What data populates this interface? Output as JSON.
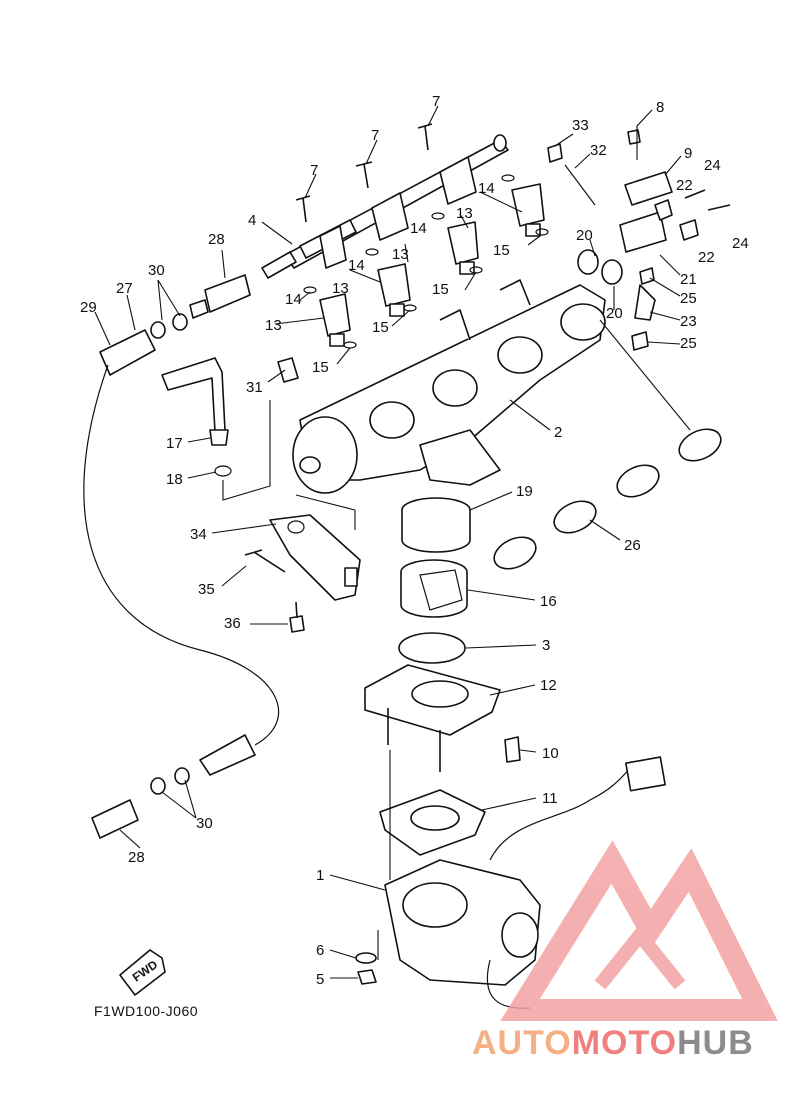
{
  "diagram": {
    "callouts": [
      {
        "label": "7"
      },
      {
        "label": "7"
      },
      {
        "label": "7"
      },
      {
        "label": "8"
      },
      {
        "label": "9"
      },
      {
        "label": "33"
      },
      {
        "label": "32"
      },
      {
        "label": "24"
      },
      {
        "label": "22"
      },
      {
        "label": "24"
      },
      {
        "label": "22"
      },
      {
        "label": "4"
      },
      {
        "label": "14"
      },
      {
        "label": "13"
      },
      {
        "label": "14"
      },
      {
        "label": "13"
      },
      {
        "label": "14"
      },
      {
        "label": "13"
      },
      {
        "label": "14"
      },
      {
        "label": "13"
      },
      {
        "label": "15"
      },
      {
        "label": "20"
      },
      {
        "label": "21"
      },
      {
        "label": "25"
      },
      {
        "label": "15"
      },
      {
        "label": "20"
      },
      {
        "label": "23"
      },
      {
        "label": "25"
      },
      {
        "label": "15"
      },
      {
        "label": "15"
      },
      {
        "label": "28"
      },
      {
        "label": "30"
      },
      {
        "label": "27"
      },
      {
        "label": "29"
      },
      {
        "label": "31"
      },
      {
        "label": "2"
      },
      {
        "label": "17"
      },
      {
        "label": "18"
      },
      {
        "label": "19"
      },
      {
        "label": "34"
      },
      {
        "label": "26"
      },
      {
        "label": "35"
      },
      {
        "label": "16"
      },
      {
        "label": "36"
      },
      {
        "label": "3"
      },
      {
        "label": "12"
      },
      {
        "label": "10"
      },
      {
        "label": "11"
      },
      {
        "label": "30"
      },
      {
        "label": "28"
      },
      {
        "label": "1"
      },
      {
        "label": "6"
      },
      {
        "label": "5"
      }
    ],
    "fwd_label": "FWD",
    "diagram_code": "F1WD100-J060"
  },
  "watermark": {
    "text_a": "AUTO",
    "text_b": "MOTO",
    "text_c": "HUB",
    "colors": {
      "a": "#F5B183",
      "b": "#F08080",
      "c": "#8C8C8C",
      "logo": "#F3A3A3"
    }
  }
}
